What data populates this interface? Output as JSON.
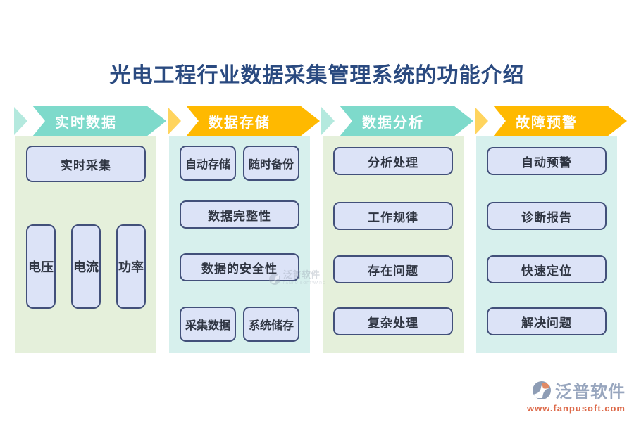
{
  "title": "光电工程行业数据采集管理系统的功能介绍",
  "colors": {
    "teal": "#7EDACB",
    "teal_light": "#B4E9DE",
    "orange": "#FFB900",
    "orange_light": "#FFD45E",
    "column_green_bg": "#E5F0DB",
    "column_cyan_bg": "#D7F0ED",
    "box_fill": "#DCE3F7",
    "box_border": "#42507A",
    "title_color": "#2A4A80"
  },
  "columns": [
    {
      "header": "实时数据",
      "boxes": [
        "实时采集"
      ],
      "vertical_boxes": [
        "电压",
        "电流",
        "功率"
      ]
    },
    {
      "header": "数据存储",
      "rows": [
        [
          "自动存储",
          "随时备份"
        ],
        [
          "数据完整性"
        ],
        [
          "数据的安全性"
        ],
        [
          "采集数据",
          "系统储存"
        ]
      ]
    },
    {
      "header": "数据分析",
      "rows": [
        [
          "分析处理"
        ],
        [
          "工作规律"
        ],
        [
          "存在问题"
        ],
        [
          "复杂处理"
        ]
      ]
    },
    {
      "header": "故障预警",
      "rows": [
        [
          "自动预警"
        ],
        [
          "诊断报告"
        ],
        [
          "快速定位"
        ],
        [
          "解决问题"
        ]
      ]
    }
  ],
  "watermark": {
    "name": "泛普软件",
    "subtitle": "FANPU SOFTWARE"
  },
  "footer_logo": {
    "name": "泛普软件",
    "url": "www.fanpusoft.com"
  }
}
